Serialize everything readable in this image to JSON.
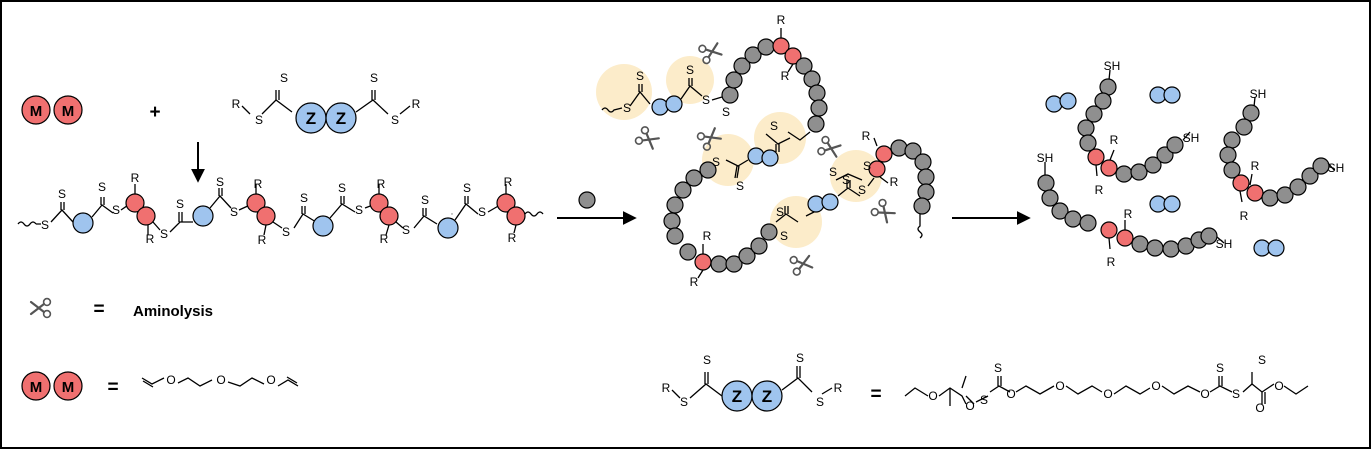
{
  "monomer_label": "M",
  "cta_label": "Z",
  "labels": {
    "plus": "+",
    "equals": "=",
    "aminolysis": "Aminolysis",
    "r": "R",
    "s": "S",
    "sh": "SH",
    "o": "O"
  },
  "colors": {
    "monomer": "#f07070",
    "cta": "#9fc4ee",
    "amine": "#8f8f8f",
    "highlight": "#fbe6b8",
    "border": "#000000"
  }
}
